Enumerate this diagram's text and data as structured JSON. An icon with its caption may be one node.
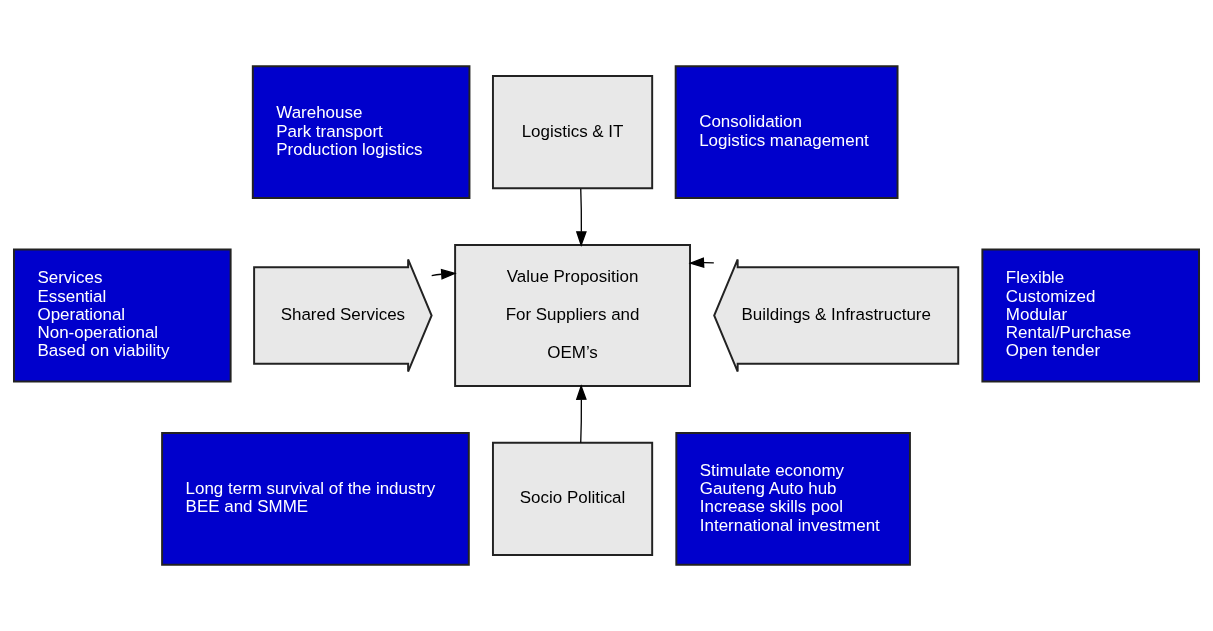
{
  "diagram": {
    "nodes": [
      {
        "text": [
          "Warehouse",
          "Park transport",
          "Production logistics"
        ]
      },
      {
        "text": [
          "Logistics & IT"
        ]
      },
      {
        "text": [
          "Consolidation",
          "Logistics management"
        ]
      },
      {
        "text": [
          "Services",
          "Essential",
          "Operational",
          "Non-operational",
          "Based on viability"
        ]
      },
      {
        "text": [
          "Shared Services"
        ]
      },
      {
        "text": [
          "Value Proposition",
          "For Suppliers and",
          "OEM’s"
        ]
      },
      {
        "text": [
          "Buildings & Infrastructure"
        ]
      },
      {
        "text": [
          "Flexible",
          "Customized",
          "Modular",
          "Rental/Purchase",
          "Open tender"
        ]
      },
      {
        "text": [
          "Long term survival of the industry",
          "BEE and SMME"
        ]
      },
      {
        "text": [
          "Socio Political"
        ]
      },
      {
        "text": [
          "Stimulate economy",
          "Gauteng Auto hub",
          "Increase skills pool",
          "International investment"
        ]
      }
    ],
    "edges": [
      {
        "from": 1,
        "to": 5,
        "arrow": "to"
      },
      {
        "from": 4,
        "to": 5,
        "arrow": "to"
      },
      {
        "from": 6,
        "to": 5,
        "arrow": "to"
      },
      {
        "from": 9,
        "to": 5,
        "arrow": "to"
      }
    ]
  }
}
